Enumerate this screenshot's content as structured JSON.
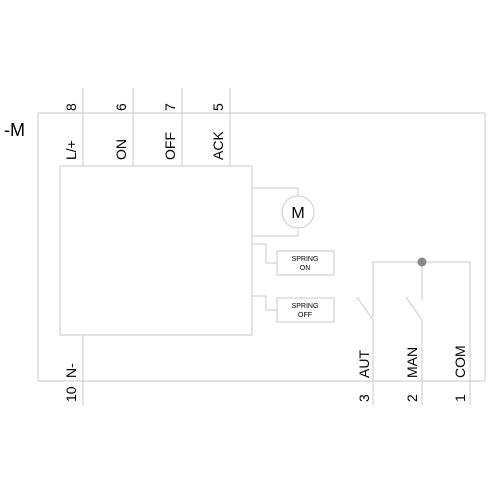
{
  "device_id": "-M",
  "top_terminals": [
    {
      "number": "8",
      "name": "L/+"
    },
    {
      "number": "6",
      "name": "ON"
    },
    {
      "number": "7",
      "name": "OFF"
    },
    {
      "number": "5",
      "name": "ACK"
    }
  ],
  "left_bottom_terminal": {
    "number": "10",
    "name": "N-"
  },
  "bottom_terminals": [
    {
      "number": "3",
      "name": "AUT"
    },
    {
      "number": "2",
      "name": "MAN"
    },
    {
      "number": "1",
      "name": "COM"
    }
  ],
  "motor_label": "M",
  "spring_on": {
    "line1": "SPRING",
    "line2": "ON"
  },
  "spring_off": {
    "line1": "SPRING",
    "line2": "OFF"
  },
  "colors": {
    "line": "#c8c8c8",
    "junction": "#888888",
    "text": "#000000"
  }
}
